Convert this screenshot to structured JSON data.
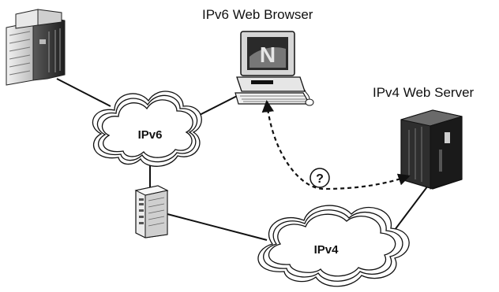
{
  "labels": {
    "browser": "IPv6 Web Browser",
    "server": "IPv4 Web Server",
    "cloud_ipv6": "IPv6",
    "cloud_ipv4": "IPv4",
    "question": "?",
    "monitor_logo": "N"
  },
  "colors": {
    "line": "#111111",
    "device_dark": "#3a3a3a",
    "device_light": "#d9d9d9",
    "background": "#ffffff"
  },
  "icons": [
    "server-rack-icon",
    "tower-server-icon",
    "workstation-icon",
    "web-server-icon",
    "cloud-icon"
  ]
}
